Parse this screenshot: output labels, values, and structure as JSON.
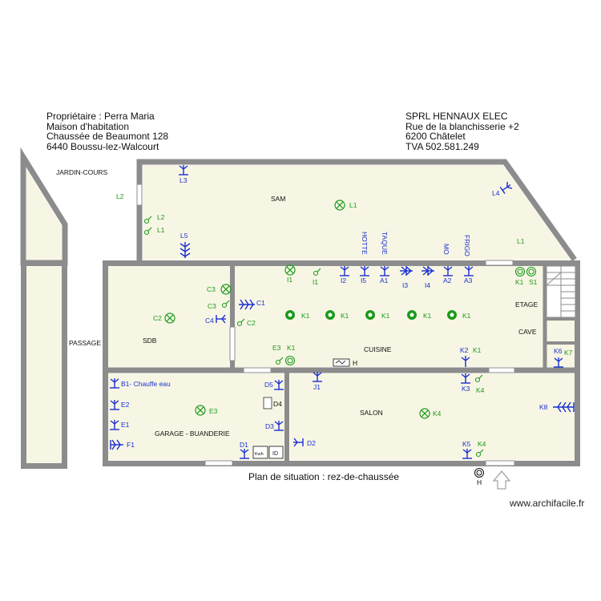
{
  "owner": {
    "line1": "Propriétaire : Perra Maria",
    "line2": "Maison d'habitation",
    "line3": "Chaussée de Beaumont 128",
    "line4": "6440 Boussu-lez-Walcourt"
  },
  "company": {
    "line1": "SPRL HENNAUX ELEC",
    "line2": "Rue de la blanchisserie +2",
    "line3": "6200 Châtelet",
    "line4": "TVA 502.581.249"
  },
  "caption": "Plan de situation : rez-de-chaussée",
  "watermark": "www.archifacile.fr",
  "rooms": {
    "jardin": "JARDIN-COURS",
    "sam": "SAM",
    "passage": "PASSAGE",
    "sdb": "SDB",
    "cuisine": "CUISINE",
    "etage": "ETAGE",
    "cave": "CAVE",
    "garage": "GARAGE - BUANDERIE",
    "salon": "SALON"
  },
  "labels": {
    "L3": "L3",
    "L2a": "L2",
    "L2b": "L2",
    "L1a": "L1",
    "L5": "L5",
    "L1b": "L1",
    "L4": "L4",
    "L1c": "L1",
    "hotte": "HOTTE",
    "taque": "TAQUE",
    "mo": "MO",
    "frigo": "FRIGO",
    "I1a": "I1",
    "I1b": "I1",
    "I2": "I2",
    "I5": "I5",
    "A1": "A1",
    "I3": "I3",
    "I4": "I4",
    "A2": "A2",
    "A3": "A3",
    "K1a": "K1",
    "S1": "S1",
    "C3a": "C3",
    "C3b": "C3",
    "C1": "C1",
    "C2a": "C2",
    "C2b": "C2",
    "C4": "C4",
    "K1b": "K1",
    "K1c": "K1",
    "K1d": "K1",
    "K1e": "K1",
    "K1f": "K1",
    "E3a": "E3",
    "K1g": "K1",
    "H1": "H",
    "K2": "K2",
    "K1h": "K1",
    "K6": "K6",
    "K7": "K7",
    "B1": "B1- Chauffe eau",
    "E2": "E2",
    "E1": "E1",
    "F1": "F1",
    "E3b": "E3",
    "D5": "D5",
    "D4": "D4",
    "D3": "D3",
    "D1": "D1",
    "D2": "D2",
    "J1": "J1",
    "K3": "K3",
    "K4a": "K4",
    "K4b": "K4",
    "K8": "K8",
    "K5": "K5",
    "K4c": "K4",
    "H2": "H",
    "box1": "Kwh",
    "box2": "ID"
  },
  "colors": {
    "floor": "#f7f6e4",
    "wall": "#8c8c8c",
    "symbol_blue": "#1a2fd0",
    "symbol_green": "#1a9a1a"
  },
  "icons": {
    "switch": "switch-icon",
    "socket": "socket-icon",
    "light": "light-point-icon",
    "hood": "hood-light-icon",
    "stairs": "stairs-icon",
    "entry_arrow": "entry-arrow-icon"
  }
}
